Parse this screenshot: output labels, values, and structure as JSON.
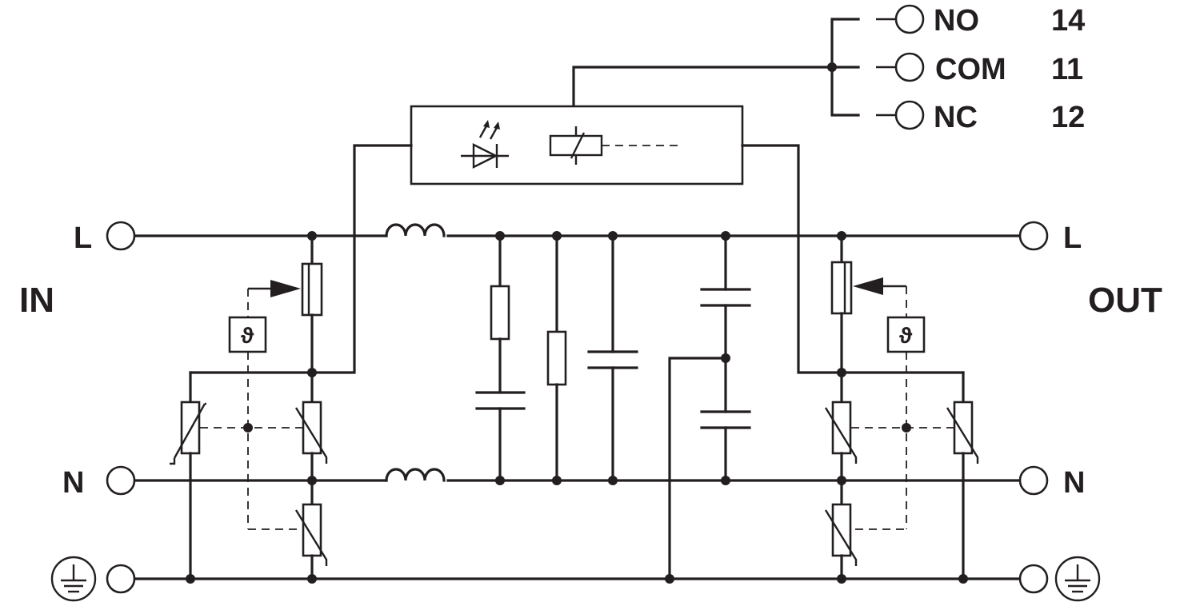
{
  "inputs": {
    "group_label": "IN",
    "line_label": "L",
    "neutral_label": "N"
  },
  "outputs": {
    "group_label": "OUT",
    "line_label": "L",
    "neutral_label": "N"
  },
  "relay_contacts": [
    {
      "name": "NO",
      "number": "14"
    },
    {
      "name": "COM",
      "number": "11"
    },
    {
      "name": "NC",
      "number": "12"
    }
  ],
  "thermal_symbol": "ϑ",
  "icons": [
    "led-icon",
    "relay-coil-icon",
    "inductor-icon",
    "capacitor-icon",
    "resistor-icon",
    "varistor-icon",
    "thermal-fuse-icon",
    "ground-icon",
    "terminal-icon"
  ]
}
